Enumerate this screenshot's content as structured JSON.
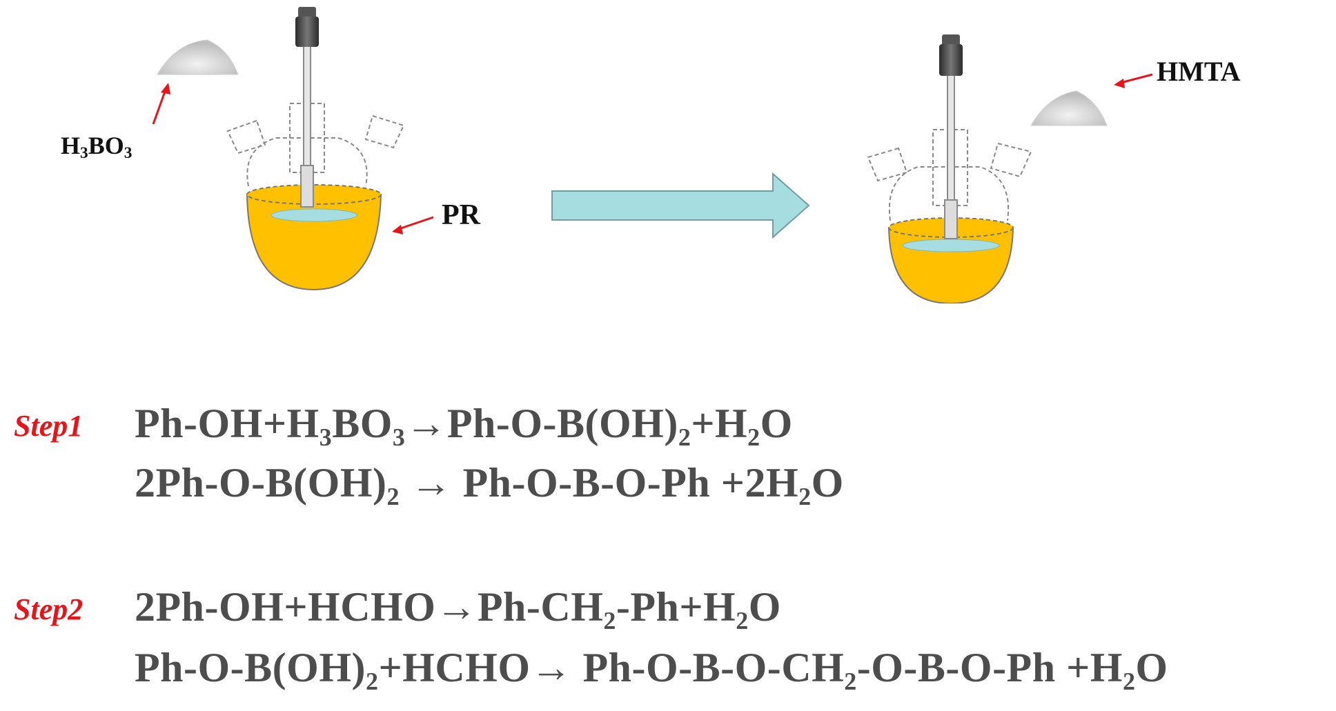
{
  "labels": {
    "boric_acid": {
      "main": "H",
      "sub1": "3",
      "mid": "BO",
      "sub2": "3"
    },
    "resin": "PR",
    "hexamine": "HMTA"
  },
  "steps": [
    {
      "label": "Step1",
      "equations": [
        "Ph-OH+H₃BO₃→Ph-O-B(OH)₂+H₂O",
        "2Ph-O-B(OH)₂ → Ph-O-B-O-Ph +2H₂O"
      ]
    },
    {
      "label": "Step2",
      "equations": [
        "2Ph-OH+HCHO→Ph-CH₂-Ph+H₂O",
        "Ph-O-B(OH)₂+HCHO→ Ph-O-B-O-CH₂-O-B-O-Ph +H₂O"
      ]
    }
  ],
  "colors": {
    "liquid": "#ffc000",
    "arrow_fill": "#a6dde0",
    "pointer": "#e8141a",
    "step_label": "#e8141a",
    "equation_text": "#4d4d4d"
  }
}
